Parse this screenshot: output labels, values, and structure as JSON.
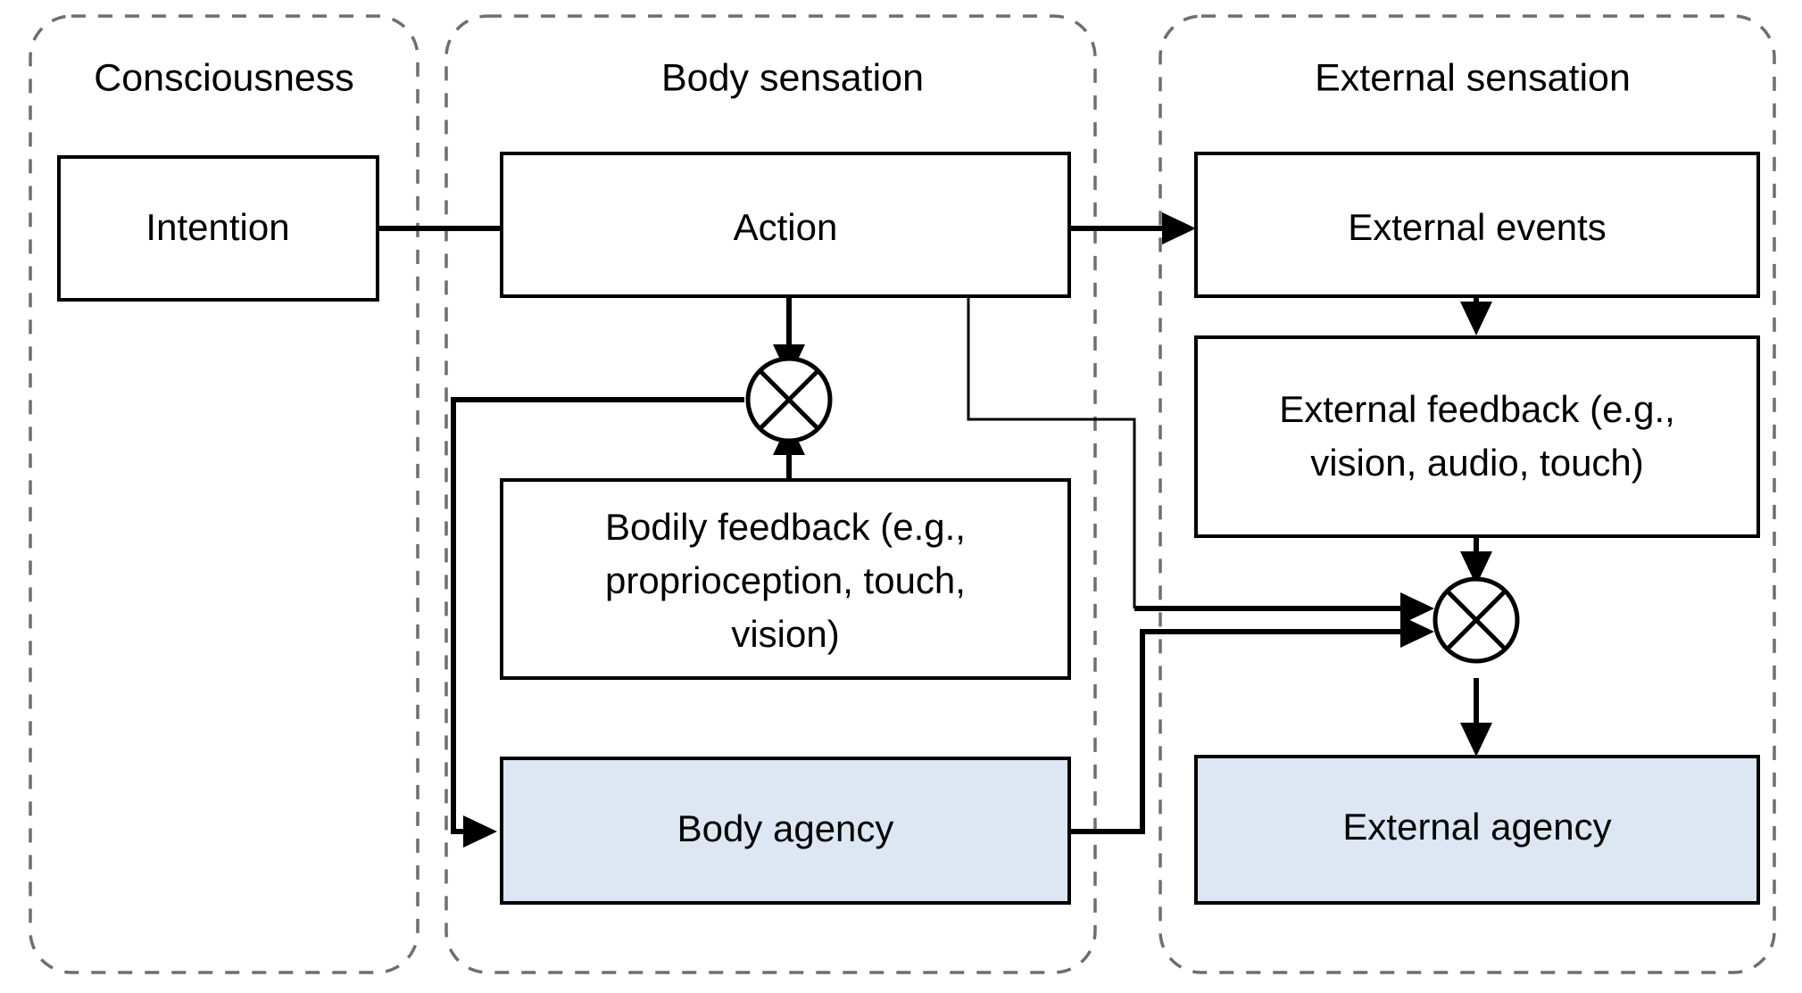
{
  "diagram": {
    "title_semantics": "sense-of-agency-model",
    "colors": {
      "accent_fill": "#dce7f3",
      "box_stroke": "#000000",
      "group_stroke": "#6e6e6e",
      "background": "#ffffff"
    },
    "groups": [
      {
        "id": "consciousness",
        "label": "Consciousness"
      },
      {
        "id": "body-sensation",
        "label": "Body sensation"
      },
      {
        "id": "external-sensation",
        "label": "External sensation"
      }
    ],
    "nodes": [
      {
        "id": "intention",
        "label": "Intention",
        "group": "consciousness",
        "highlighted": false
      },
      {
        "id": "action",
        "label": "Action",
        "group": "body-sensation",
        "highlighted": false
      },
      {
        "id": "bodily-feedback",
        "label": "Bodily feedback (e.g., proprioception, touch, vision)",
        "lines": [
          "Bodily feedback (e.g.,",
          "proprioception, touch,",
          "vision)"
        ],
        "group": "body-sensation",
        "highlighted": false
      },
      {
        "id": "body-agency",
        "label": "Body agency",
        "group": "body-sensation",
        "highlighted": true
      },
      {
        "id": "external-events",
        "label": "External events",
        "group": "external-sensation",
        "highlighted": false
      },
      {
        "id": "external-feedback",
        "label": "External feedback (e.g., vision, audio, touch)",
        "lines": [
          "External feedback (e.g.,",
          "vision, audio, touch)"
        ],
        "group": "external-sensation",
        "highlighted": false
      },
      {
        "id": "external-agency",
        "label": "External agency",
        "group": "external-sensation",
        "highlighted": true
      }
    ],
    "comparators": [
      {
        "id": "body-comparator",
        "symbol": "x-in-circle",
        "group": "body-sensation"
      },
      {
        "id": "external-comparator",
        "symbol": "x-in-circle",
        "group": "external-sensation"
      }
    ],
    "edges": [
      {
        "id": "intention-to-action",
        "from": "intention",
        "to": "action",
        "style": "thick"
      },
      {
        "id": "action-to-external-events",
        "from": "action",
        "to": "external-events",
        "style": "thick"
      },
      {
        "id": "action-to-body-comparator",
        "from": "action",
        "to": "body-comparator",
        "style": "thick"
      },
      {
        "id": "bodily-feedback-to-body-comparator",
        "from": "bodily-feedback",
        "to": "body-comparator",
        "style": "thick"
      },
      {
        "id": "body-comparator-to-body-agency",
        "from": "body-comparator",
        "to": "body-agency",
        "style": "thick"
      },
      {
        "id": "action-to-external-comparator",
        "from": "action",
        "to": "external-comparator",
        "style": "thin"
      },
      {
        "id": "body-agency-to-external-comparator",
        "from": "body-agency",
        "to": "external-comparator",
        "style": "thick"
      },
      {
        "id": "external-events-to-external-feedback",
        "from": "external-events",
        "to": "external-feedback",
        "style": "thick"
      },
      {
        "id": "external-feedback-to-external-comparator",
        "from": "external-feedback",
        "to": "external-comparator",
        "style": "thick"
      },
      {
        "id": "external-comparator-to-external-agency",
        "from": "external-comparator",
        "to": "external-agency",
        "style": "thick"
      }
    ]
  }
}
